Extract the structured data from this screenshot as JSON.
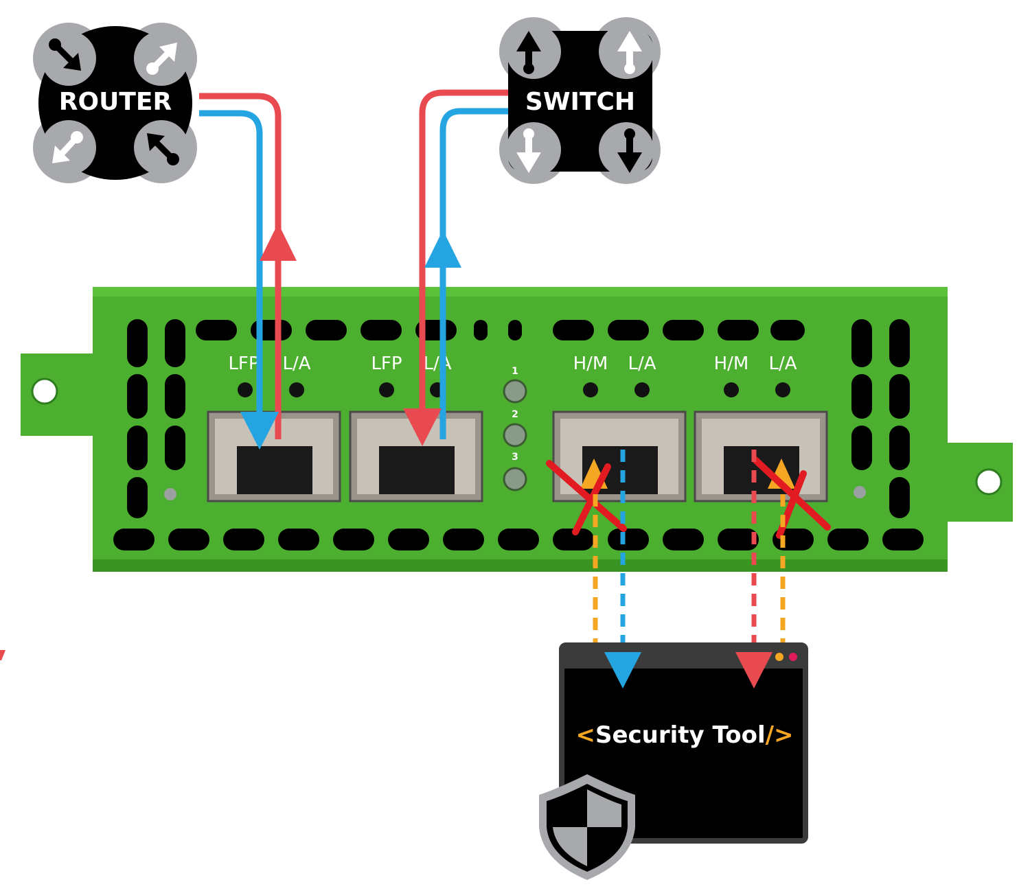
{
  "nodes": {
    "router": {
      "label": "ROUTER"
    },
    "switch": {
      "label": "SWITCH"
    },
    "tool": {
      "label_prefix": "<",
      "label_name": "Security Tool",
      "label_suffix": "/>"
    }
  },
  "device": {
    "ports": [
      {
        "label_left": "LFP",
        "label_right": "L/A"
      },
      {
        "label_left": "LFP",
        "label_right": "L/A"
      },
      {
        "label_left": "H/M",
        "label_right": "L/A"
      },
      {
        "label_left": "H/M",
        "label_right": "L/A"
      }
    ],
    "leds": [
      "1",
      "2",
      "3"
    ]
  },
  "colors": {
    "device_green": "#4caf2f",
    "red_line": "#e84a50",
    "blue_line": "#24a4e0",
    "orange_line": "#f5a623",
    "node_dark": "#000000",
    "node_gray": "#a7a9ac",
    "x_mark": "#e21b23"
  },
  "icons": [
    "router-icon",
    "switch-icon",
    "shield-icon",
    "window-dots-icon"
  ]
}
